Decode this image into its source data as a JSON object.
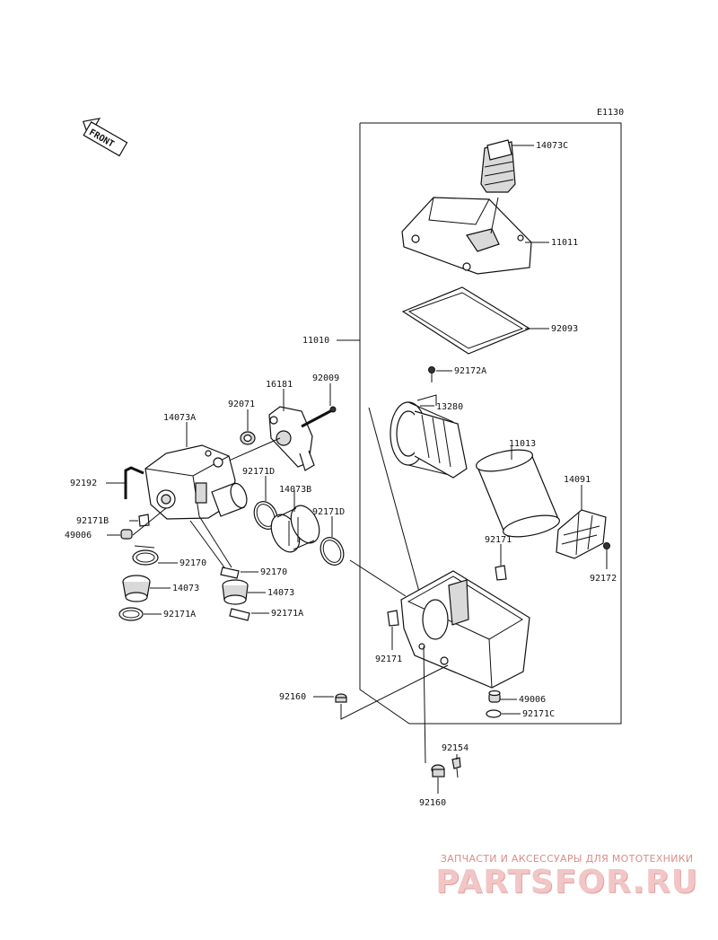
{
  "diagram_code": "E1130",
  "front_arrow": "FRONT",
  "labels": {
    "l14073C": "14073C",
    "l11011": "11011",
    "l92093": "92093",
    "l11010": "11010",
    "l92172A": "92172A",
    "l13280": "13280",
    "l11013": "11013",
    "l14091": "14091",
    "l92172": "92172",
    "l92171_r1": "92171",
    "l92171_r2": "92171",
    "l49006_r": "49006",
    "l92171C": "92171C",
    "l92160_a": "92160",
    "l92154": "92154",
    "l92160_b": "92160",
    "l16181": "16181",
    "l92009": "92009",
    "l92071": "92071",
    "l14073A": "14073A",
    "l92192": "92192",
    "l92171D_a": "92171D",
    "l14073B": "14073B",
    "l92171D_b": "92171D",
    "l92171B": "92171B",
    "l49006_l": "49006",
    "l92170_a": "92170",
    "l92170_b": "92170",
    "l14073_a": "14073",
    "l14073_b": "14073",
    "l92171A_a": "92171A",
    "l92171A_b": "92171A"
  },
  "watermark": {
    "tagline": "ЗАПЧАСТИ И АКСЕССУАРЫ ДЛЯ МОТОТЕХНИКИ",
    "logo": "PARTSFOR.RU"
  }
}
